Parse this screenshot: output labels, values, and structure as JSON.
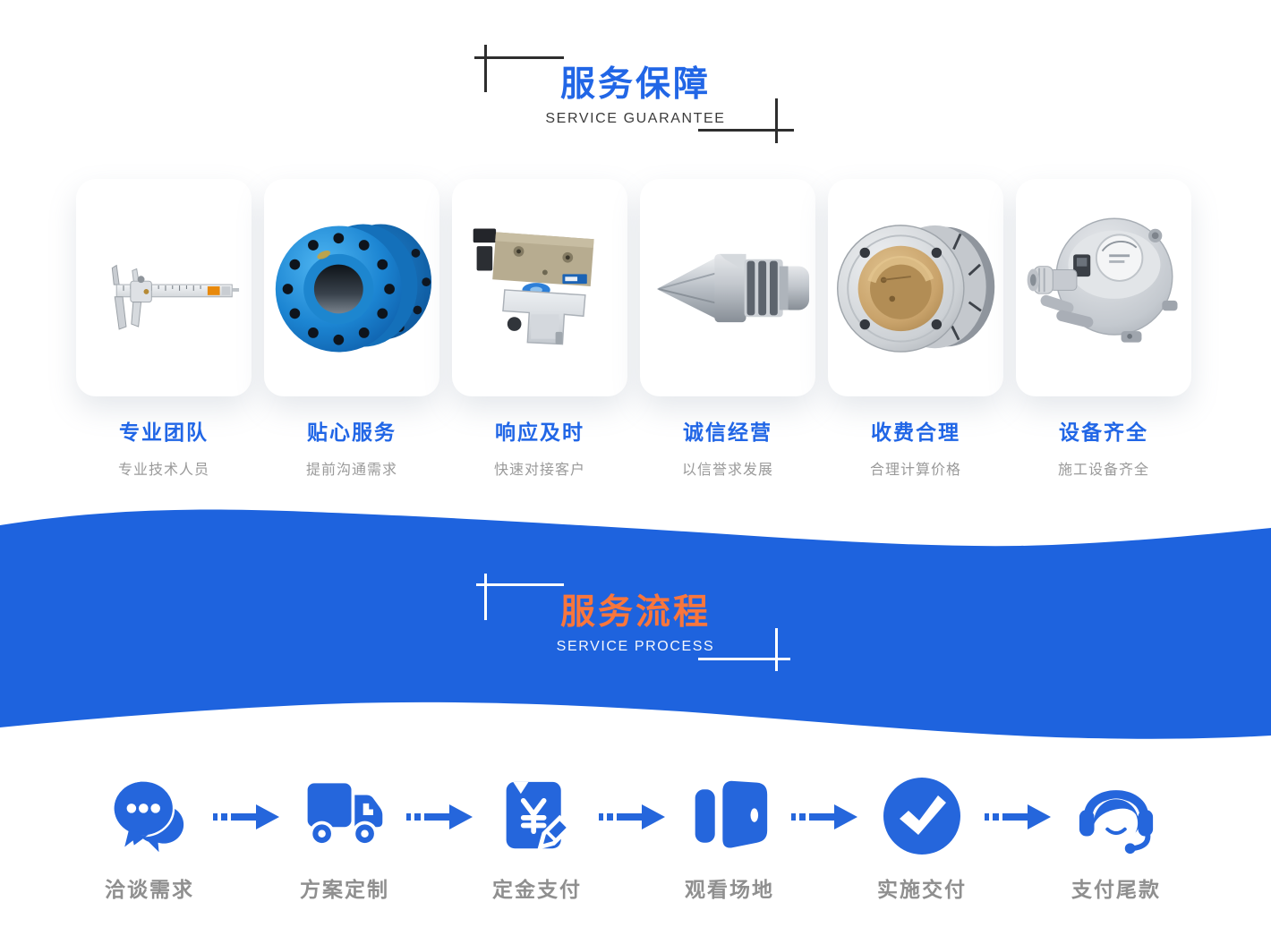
{
  "colors": {
    "band_blue": "#1E63DE",
    "title_blue": "#2166E6",
    "icon_blue": "#2566DC",
    "title_orange": "#F9763C",
    "subtitle_dark": "#3C3C3C",
    "card_desc_gray": "#9A9A9A",
    "step_label_gray": "#8F8F8F"
  },
  "guarantee_section": {
    "title": "服务保障",
    "subtitle": "SERVICE GUARANTEE",
    "cards": [
      {
        "title": "专业团队",
        "desc": "专业技术人员",
        "image": "vernier-caliper-photo"
      },
      {
        "title": "贴心服务",
        "desc": "提前沟通需求",
        "image": "blue-flange-coupling-photo"
      },
      {
        "title": "响应及时",
        "desc": "快速对接客户",
        "image": "pneumatic-gripper-photo"
      },
      {
        "title": "诚信经营",
        "desc": "以信誉求发展",
        "image": "countersink-bit-photo"
      },
      {
        "title": "收费合理",
        "desc": "合理计算价格",
        "image": "bronze-bearing-photo"
      },
      {
        "title": "设备齐全",
        "desc": "施工设备齐全",
        "image": "pressure-switch-photo"
      }
    ]
  },
  "process_section": {
    "title": "服务流程",
    "subtitle": "SERVICE PROCESS",
    "steps": [
      {
        "label": "洽谈需求",
        "icon": "chat-bubbles-icon"
      },
      {
        "label": "方案定制",
        "icon": "delivery-truck-icon"
      },
      {
        "label": "定金支付",
        "icon": "payment-receipt-icon"
      },
      {
        "label": "观看场地",
        "icon": "open-door-icon"
      },
      {
        "label": "实施交付",
        "icon": "check-circle-icon"
      },
      {
        "label": "支付尾款",
        "icon": "customer-service-icon"
      }
    ]
  }
}
